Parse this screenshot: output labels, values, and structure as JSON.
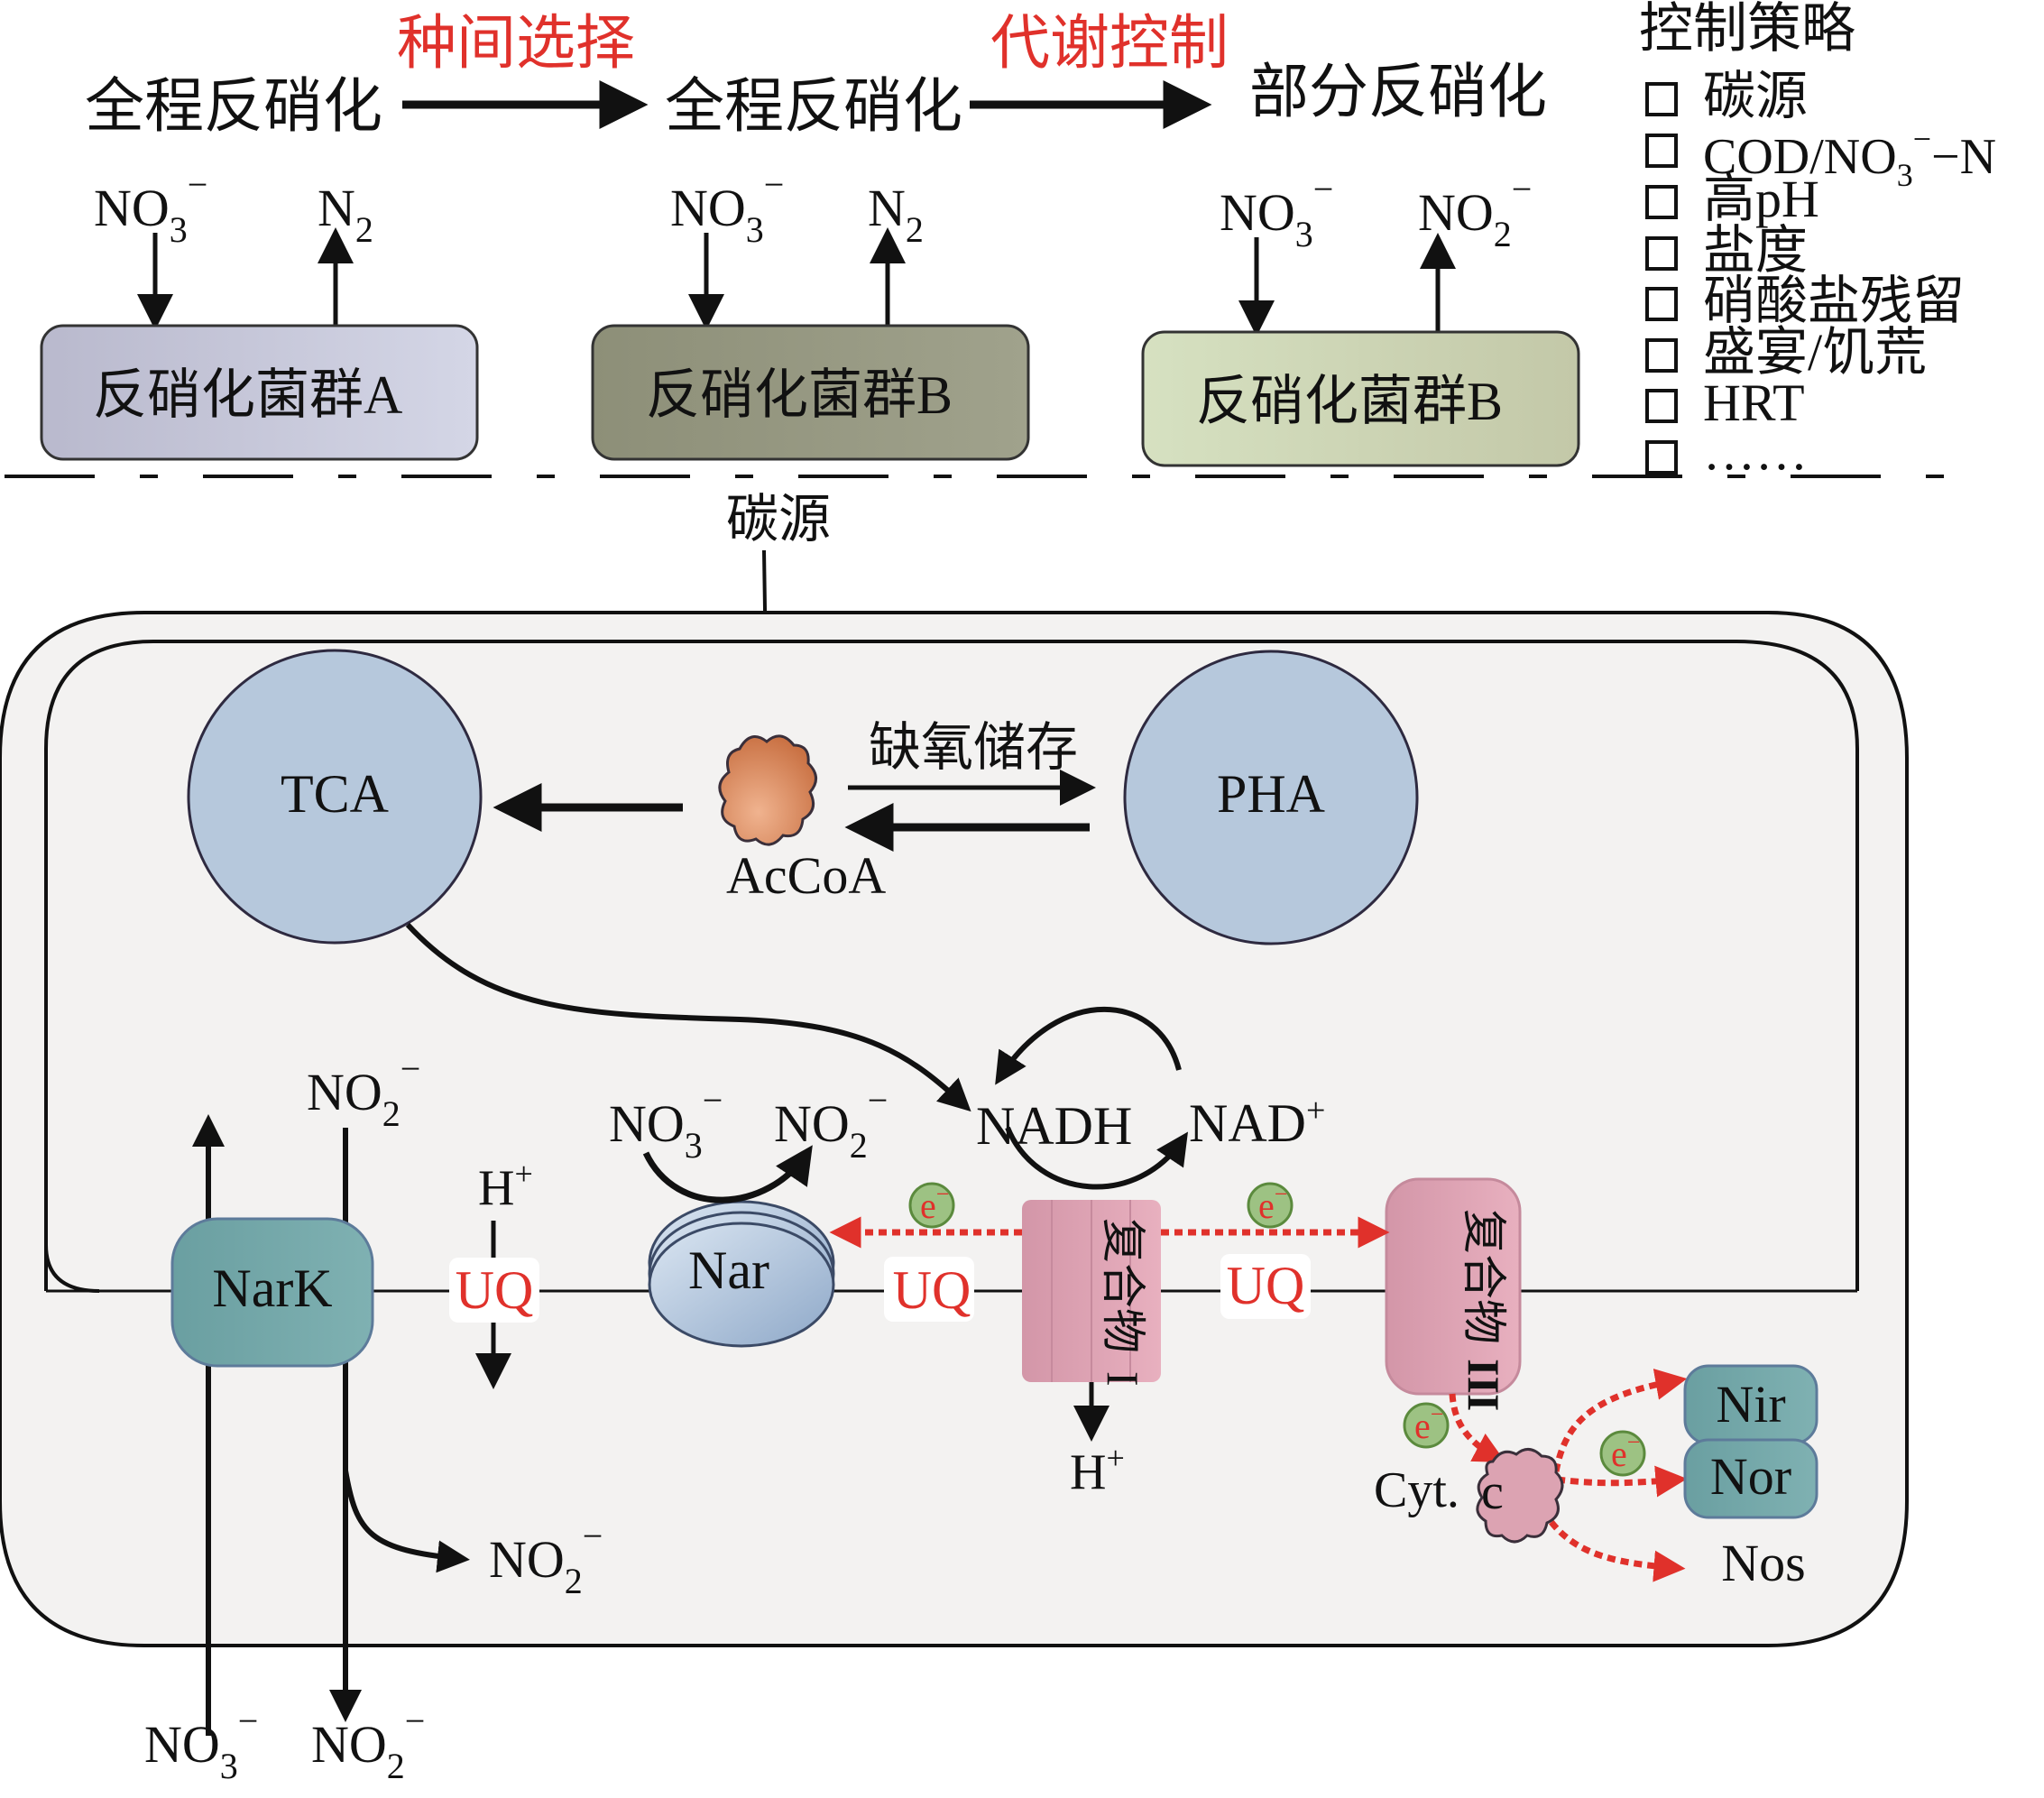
{
  "top_flow": {
    "stage1": "全程反硝化",
    "stage2": "全程反硝化",
    "stage3": "部分反硝化",
    "transition1": "种间选择",
    "transition2": "代谢控制"
  },
  "communities": [
    {
      "label": "反硝化菌群A",
      "input": {
        "base": "NO",
        "sub": "3",
        "sup": "−"
      },
      "output": {
        "base": "N",
        "sub": "2",
        "sup": ""
      },
      "color": "#c9c9dc"
    },
    {
      "label": "反硝化菌群B",
      "input": {
        "base": "NO",
        "sub": "3",
        "sup": "−"
      },
      "output": {
        "base": "N",
        "sub": "2",
        "sup": ""
      },
      "color": "#95977f"
    },
    {
      "label": "反硝化菌群B",
      "input": {
        "base": "NO",
        "sub": "3",
        "sup": "−"
      },
      "output": {
        "base": "NO",
        "sub": "2",
        "sup": "−"
      },
      "color": "#cfd9b7"
    }
  ],
  "control_strategies": {
    "title": "控制策略",
    "items": [
      {
        "text": "碳源"
      },
      {
        "text": "COD/NO",
        "sub": "3",
        "sup": "−",
        "tail": "−N"
      },
      {
        "text": "高pH"
      },
      {
        "text": "盐度"
      },
      {
        "text": "硝酸盐残留"
      },
      {
        "text": "盛宴/饥荒"
      },
      {
        "text": "HRT"
      },
      {
        "text": "……"
      }
    ]
  },
  "carbon_source": "碳源",
  "cell": {
    "tca": "TCA",
    "pha": "PHA",
    "accoa": "AcCoA",
    "storage_label": "缺氧储存",
    "nadh": "NADH",
    "nad_plus": {
      "base": "NAD",
      "sup": "+"
    },
    "narK": "NarK",
    "nar": "Nar",
    "complex1": {
      "text": "复合物",
      "numeral": "I"
    },
    "complex3": {
      "text": "复合物",
      "numeral": "III"
    },
    "uq": "UQ",
    "electron": {
      "base": "e",
      "sup": "−"
    },
    "h_plus": {
      "base": "H",
      "sup": "+"
    },
    "cytc": "Cyt.",
    "cytc_c": "c",
    "nir": "Nir",
    "nor": "Nor",
    "nos": "Nos",
    "no3": {
      "base": "NO",
      "sub": "3",
      "sup": "−"
    },
    "no2": {
      "base": "NO",
      "sub": "2",
      "sup": "−"
    }
  },
  "colors": {
    "accent_red": "#e0312b",
    "cell_bg": "#f3f2f1",
    "organelle_blue": "#b6c8dc",
    "teal": "#6fa6a8",
    "pink": "#e3a9b8",
    "electron_green": "#9dc283"
  }
}
